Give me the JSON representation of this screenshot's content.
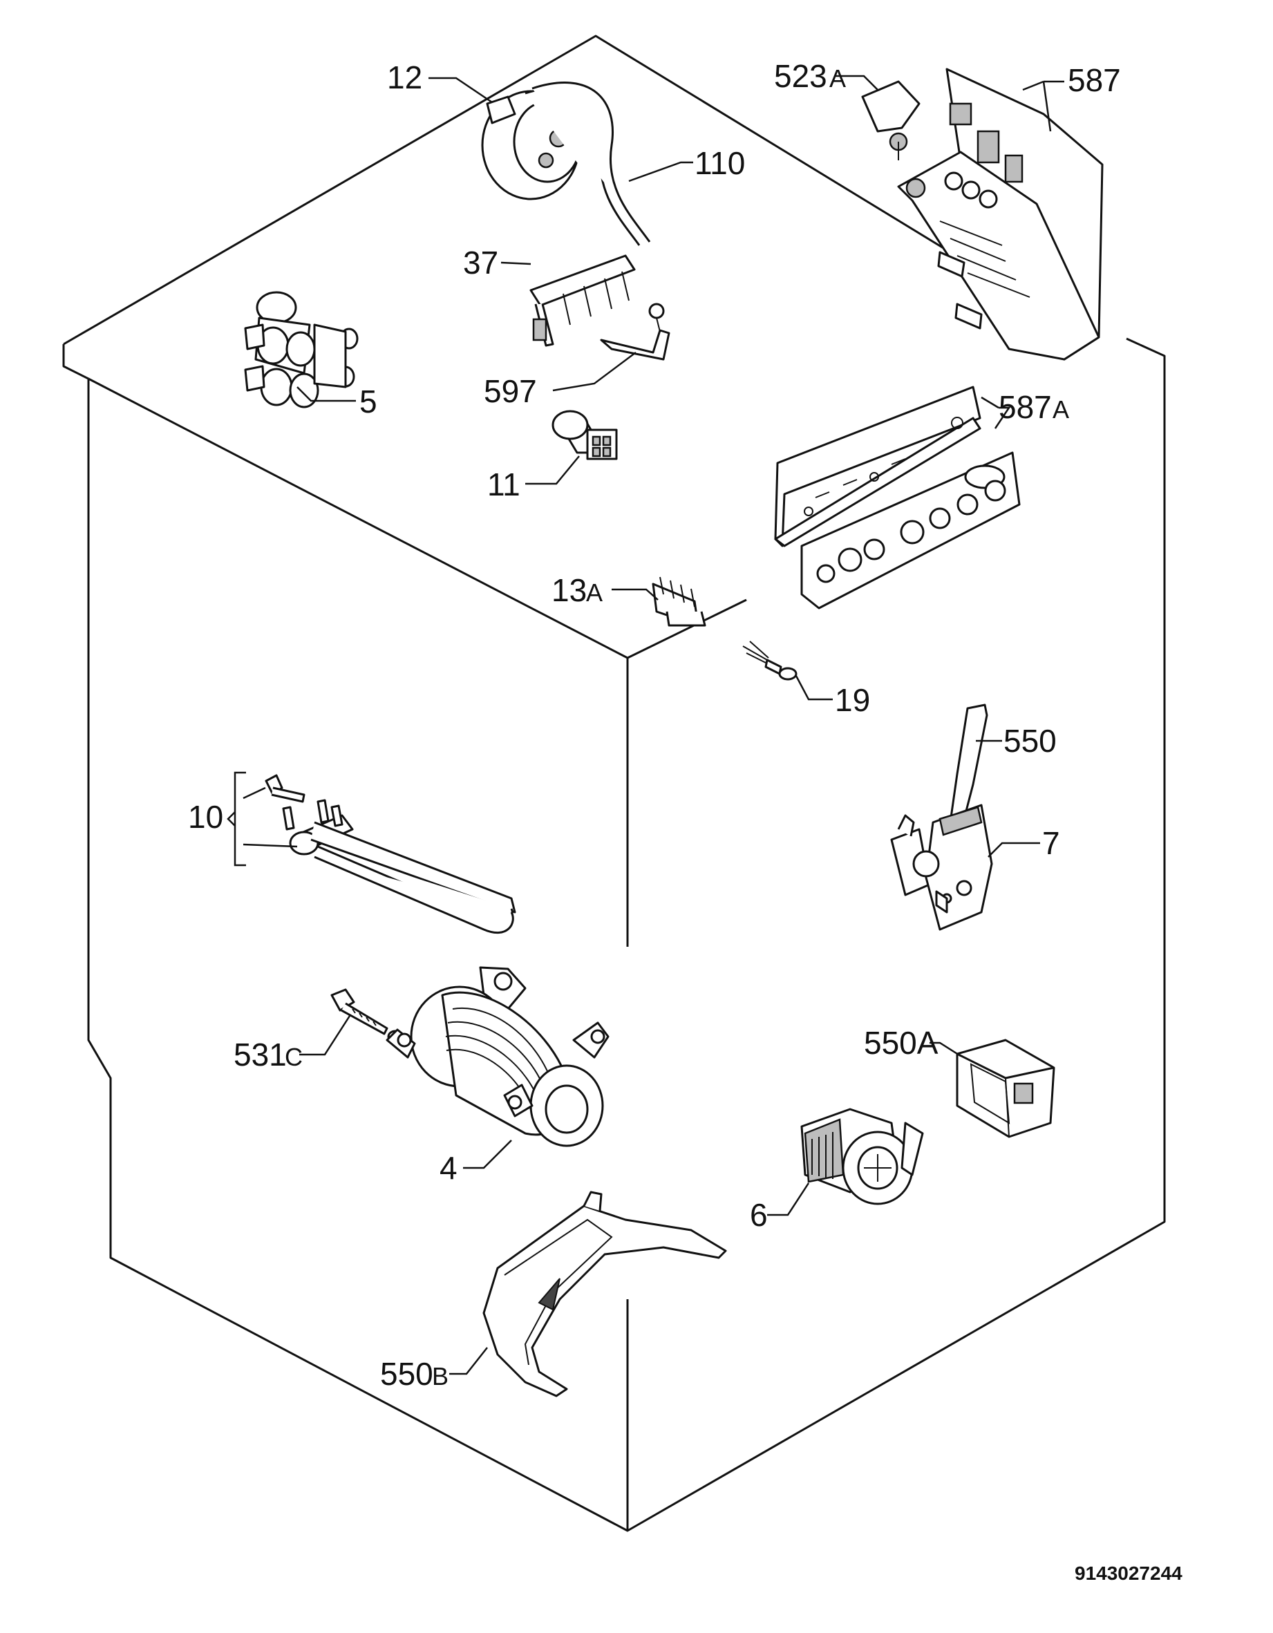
{
  "labels": {
    "p12": "12",
    "p110": "110",
    "p523a": "523",
    "p523a_suffix": "A",
    "p587": "587",
    "p37": "37",
    "p5": "5",
    "p597": "597",
    "p11": "11",
    "p587a": "587",
    "p587a_suffix": "A",
    "p13a": "13",
    "p13a_suffix": "A",
    "p19": "19",
    "p550": "550",
    "p10": "10",
    "p7": "7",
    "p531c": "531",
    "p531c_suffix": "C",
    "p550a": "550A",
    "p4": "4",
    "p6": "6",
    "p550b": "550",
    "p550b_suffix": "B"
  },
  "document_number": "9143027244"
}
